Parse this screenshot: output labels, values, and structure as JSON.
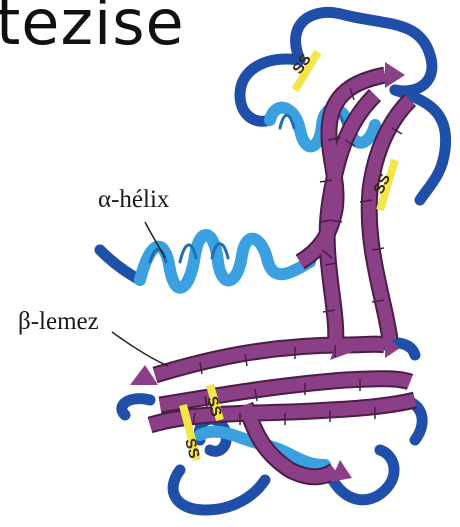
{
  "title": "tezise",
  "labels": {
    "helix": "α-hélix",
    "sheet": "β-lemez"
  },
  "disulfide": [
    "SS",
    "SS",
    "SS",
    "SS"
  ],
  "colors": {
    "helix_light": "#3aa0e0",
    "coil_dark": "#1f4fa8",
    "sheet": "#8b3f86",
    "sheet_edge": "#4a1e48",
    "disulfide": "#f2e64a"
  }
}
